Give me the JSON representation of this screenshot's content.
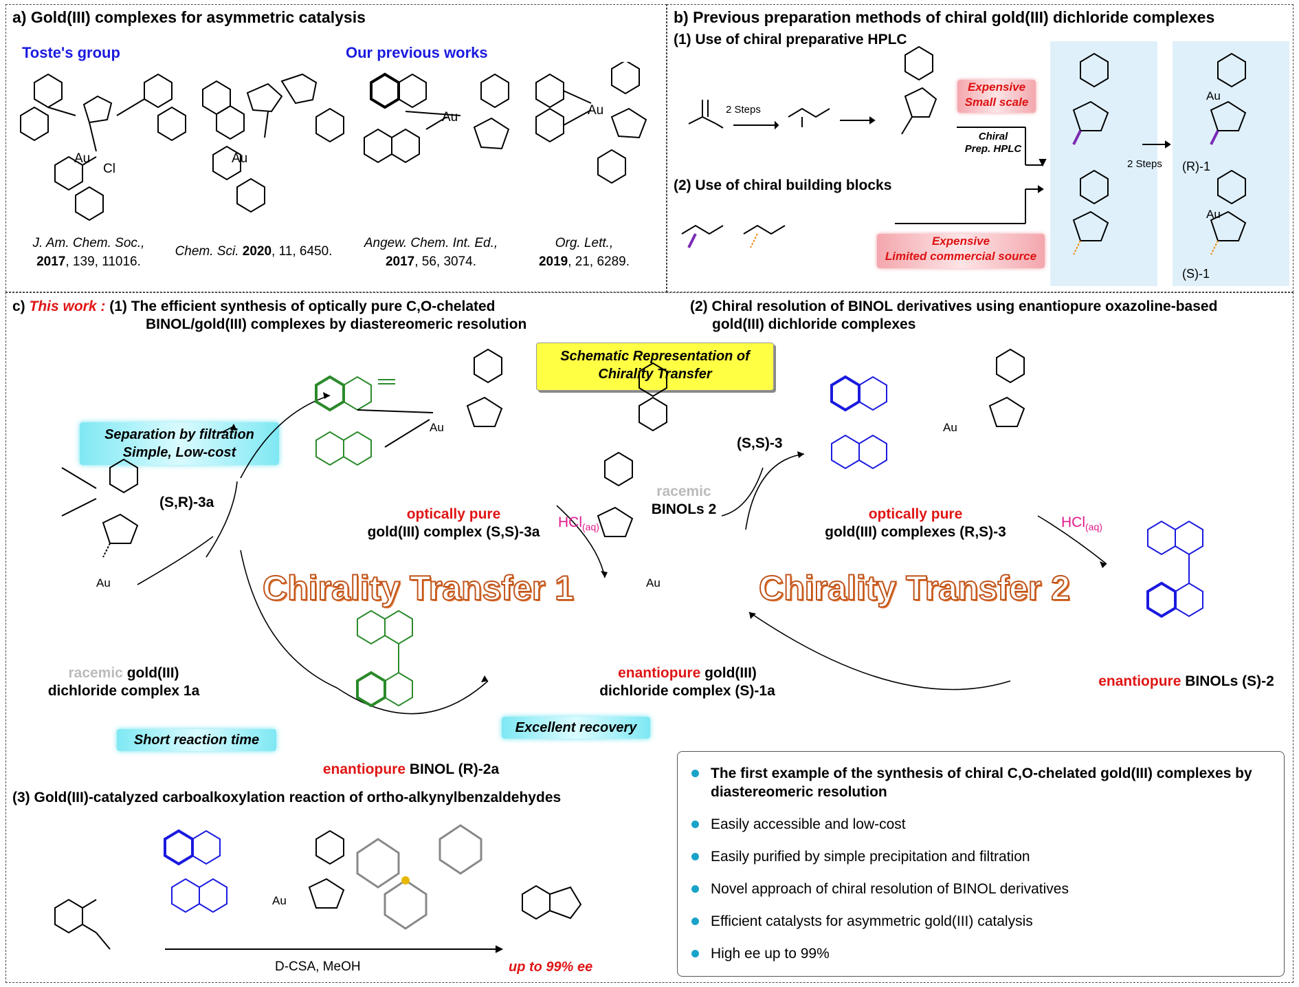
{
  "panel_a": {
    "title": "a) Gold(III) complexes for asymmetric catalysis",
    "toste_label": "Toste's group",
    "previous_label": "Our previous works",
    "citations": [
      {
        "journal": "J. Am. Chem. Soc.,",
        "year": "2017",
        "rest": ", 139, 11016."
      },
      {
        "journal": "Chem. Sci.",
        "year": "2020",
        "rest": ", 11, 6450."
      },
      {
        "journal": "Angew. Chem. Int. Ed.,",
        "year": "2017",
        "rest": ", 56, 3074."
      },
      {
        "journal": "Org. Lett.,",
        "year": "2019",
        "rest": ", 21, 6289."
      }
    ]
  },
  "panel_b": {
    "title": "b) Previous preparation methods of chiral gold(III) dichloride complexes",
    "method1": "(1) Use of chiral preparative HPLC",
    "method2": "(2) Use of chiral building blocks",
    "two_steps_1": "2 Steps",
    "two_steps_2": "2 Steps",
    "hplc_tag": "Expensive\nSmall scale",
    "hplc_label_1": "Chiral",
    "hplc_label_2": "Prep. HPLC",
    "blocks_tag_1": "Expensive",
    "blocks_tag_2": "Limited commercial source",
    "product_r": "(R)-1",
    "product_s": "(S)-1"
  },
  "panel_c": {
    "this_work": "This work :",
    "part1_line1": "(1) The efficient synthesis of optically pure C,O-chelated",
    "part1_line2": "BINOL/gold(III) complexes by diastereomeric resolution",
    "part2_line1": "(2) Chiral resolution of BINOL derivatives using enantiopure oxazoline-based",
    "part2_line2": "gold(III) dichloride complexes",
    "schematic_line1": "Schematic Representation of",
    "schematic_line2": "Chirality Transfer",
    "separation_line1": "Separation by filtration",
    "separation_line2": "Simple, Low-cost",
    "short_reaction": "Short reaction time",
    "excellent_recovery": "Excellent recovery",
    "transfer1": "Chirality Transfer 1",
    "transfer2": "Chirality Transfer 2",
    "optically_pure": "optically pure",
    "complex_ss_label": "gold(III) complex (S,S)-3a",
    "complex_rs_label": "gold(III) complexes (R,S)-3",
    "sr3a": "(S,R)-3a",
    "ss3": "(S,S)-3",
    "racemic": "racemic",
    "racemic_gold": "gold(III)",
    "dichloride_1a": "dichloride complex 1a",
    "binols2": "BINOLs 2",
    "hcl": "HCl",
    "hcl_sub": "(aq)",
    "enantiopure": "enantiopure",
    "enantiopure_gold": "gold(III)",
    "dichloride_s1a": "dichloride complex (S)-1a",
    "binol_r2a": "BINOL (R)-2a",
    "binols_s2": "BINOLs (S)-2"
  },
  "part3": {
    "title": "(3) Gold(III)-catalyzed carboalkoxylation reaction of ortho-alkynylbenzaldehydes",
    "conditions": "D-CSA, MeOH",
    "ee": "up to 99% ee"
  },
  "highlights": [
    "The first example of the synthesis of chiral C,O-chelated gold(III) complexes by diastereomeric resolution",
    "Easily accessible and low-cost",
    "Easily purified by simple precipitation and filtration",
    "Novel approach of chiral resolution of BINOL derivatives",
    "Efficient catalysts for asymmetric gold(III) catalysis",
    "High ee up to 99%"
  ],
  "colors": {
    "green": "#2a8a2a",
    "orange": "#f08a10",
    "purple": "#7a2ab5",
    "blue": "#1a1adf",
    "red": "#e01515",
    "magenta": "#e0188a"
  }
}
